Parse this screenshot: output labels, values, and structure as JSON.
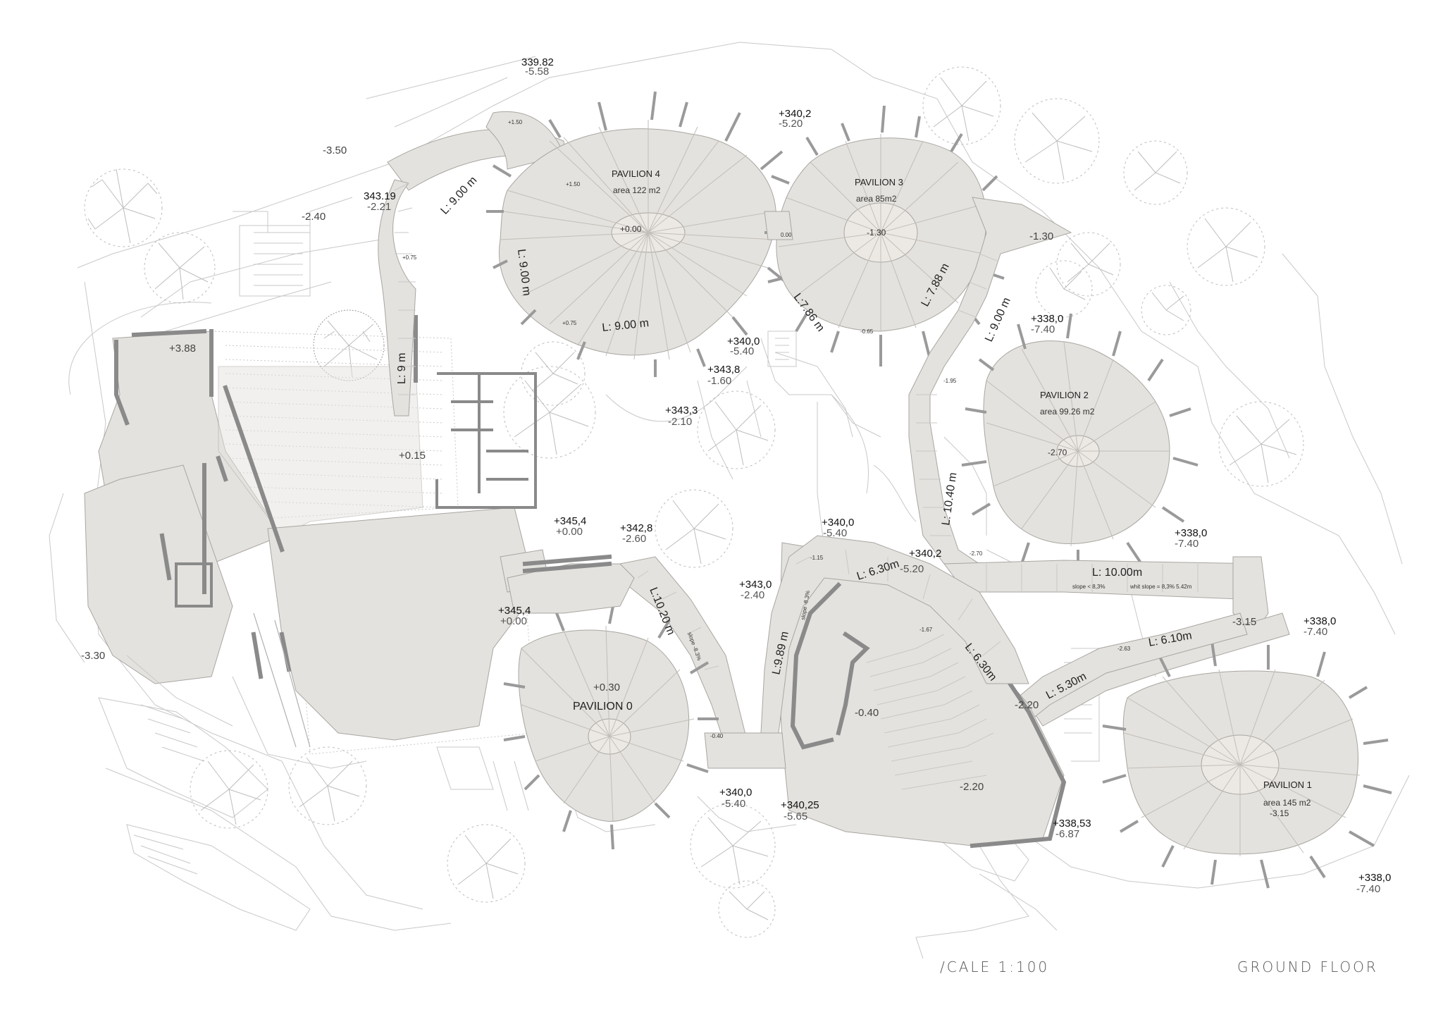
{
  "drawing": {
    "title": "GROUND FLOOR",
    "scale": "/CALE 1:100"
  },
  "pavilions": [
    {
      "name": "PAVILION 4",
      "area": "area 122 m2",
      "center_level": "+0.00"
    },
    {
      "name": "PAVILION 3",
      "area": "area 85m2",
      "center_level": "-1.30"
    },
    {
      "name": "PAVILION 2",
      "area": "area 99.26 m2",
      "center_level": "-2.70"
    },
    {
      "name": "PAVILION 1",
      "area": "area 145 m2",
      "center_level": "-3.15"
    },
    {
      "name": "PAVILION 0",
      "center_level": "+0.30"
    }
  ],
  "ramps": [
    {
      "text": "L: 9.00 m"
    },
    {
      "text": "L: 9.00 m"
    },
    {
      "text": "L: 9.00 m"
    },
    {
      "text": "L: 9 m"
    },
    {
      "text": "L:7.86 m"
    },
    {
      "text": "L: 7.88 m"
    },
    {
      "text": "L: 9.00 m"
    },
    {
      "text": "L: 10.40 m"
    },
    {
      "text": "L: 10.00m"
    },
    {
      "text": "L: 6.10m"
    },
    {
      "text": "L: 5.30m"
    },
    {
      "text": "L: 6.30m"
    },
    {
      "text": "L: 6.30m"
    },
    {
      "text": "L:9.89 m"
    },
    {
      "text": "L:10.20 m"
    }
  ],
  "slopes": [
    {
      "text": "slope -8.3%"
    },
    {
      "text": "slope -8.3%"
    },
    {
      "text": "slope < 8,3%"
    },
    {
      "text": "whit slope = 8,3%  5.42m"
    }
  ],
  "levels_pair": [
    {
      "top": "339.82",
      "bottom": "-5.58"
    },
    {
      "top": "+340,2",
      "bottom": "-5.20"
    },
    {
      "top": "343.19",
      "bottom": "-2.21"
    },
    {
      "top": "+340,0",
      "bottom": "-5.40"
    },
    {
      "top": "+343,8",
      "bottom": "-1.60"
    },
    {
      "top": "+343,3",
      "bottom": "-2.10"
    },
    {
      "top": "+338,0",
      "bottom": "-7.40"
    },
    {
      "top": "+345,4",
      "bottom": "+0.00"
    },
    {
      "top": "+342,8",
      "bottom": "-2.60"
    },
    {
      "top": "+340,0",
      "bottom": "-5.40"
    },
    {
      "top": "+340,2",
      "bottom": "-5.20"
    },
    {
      "top": "+338,0",
      "bottom": "-7.40"
    },
    {
      "top": "+343,0",
      "bottom": "-2.40"
    },
    {
      "top": "+345,4",
      "bottom": "+0.00"
    },
    {
      "top": "+338,0",
      "bottom": "-7.40"
    },
    {
      "top": "+340,0",
      "bottom": "-5.40"
    },
    {
      "top": "+340,25",
      "bottom": "-5.65"
    },
    {
      "top": "+338,53",
      "bottom": "-6.87"
    },
    {
      "top": "+338,0",
      "bottom": "-7.40"
    }
  ],
  "levels_single": [
    "-3.50",
    "-2.40",
    "+3.88",
    "+0.15",
    "-3.30",
    "-1.30",
    "-2.20",
    "-3.15",
    "-0.40",
    "-2.20",
    "+1.50",
    "+1.50",
    "+0.75",
    "+0.75",
    "0.00",
    "-0.65",
    "-1.95",
    "-2.70",
    "-1.15",
    "-1.67",
    "-2.63",
    "-0.40"
  ]
}
